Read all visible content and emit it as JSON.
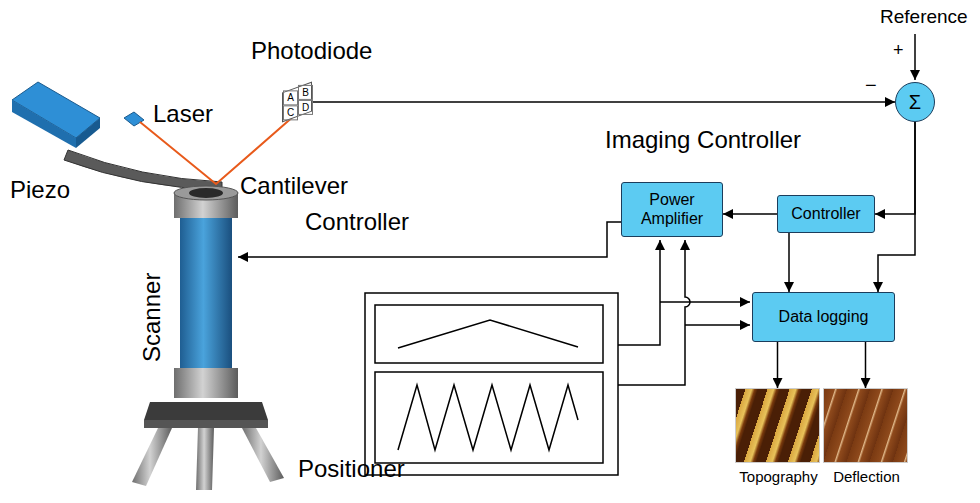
{
  "diagram": {
    "nodes": [
      {
        "text": [
          "Photodiode",
          "A",
          "B",
          "C",
          "D"
        ]
      },
      {
        "text": [
          "Σ"
        ]
      },
      {
        "text": [
          "Controller"
        ]
      },
      {
        "text": [
          "Power Amplifier"
        ]
      },
      {
        "text": [
          "Data logging"
        ]
      },
      {
        "text": [
          "Scanner"
        ]
      },
      {
        "text": [
          "Topography"
        ]
      },
      {
        "text": [
          "Deflection"
        ]
      }
    ],
    "edges": [
      {
        "from": 0,
        "to": 1,
        "label": "−",
        "arrow": "to"
      },
      {
        "from": 1,
        "to": 2,
        "arrow": "to"
      },
      {
        "from": 1,
        "to": 4,
        "arrow": "to"
      },
      {
        "from": 2,
        "to": 3,
        "arrow": "to"
      },
      {
        "from": 2,
        "to": 4,
        "arrow": "to"
      },
      {
        "from": 3,
        "to": 5,
        "arrow": "to"
      },
      {
        "from": 4,
        "to": 6,
        "arrow": "to"
      },
      {
        "from": 4,
        "to": 7,
        "arrow": "to"
      }
    ],
    "labels": [
      "Reference",
      "+",
      "Laser",
      "Piezo",
      "Cantilever",
      "Controller",
      "Imaging Controller",
      "Positioner"
    ]
  }
}
